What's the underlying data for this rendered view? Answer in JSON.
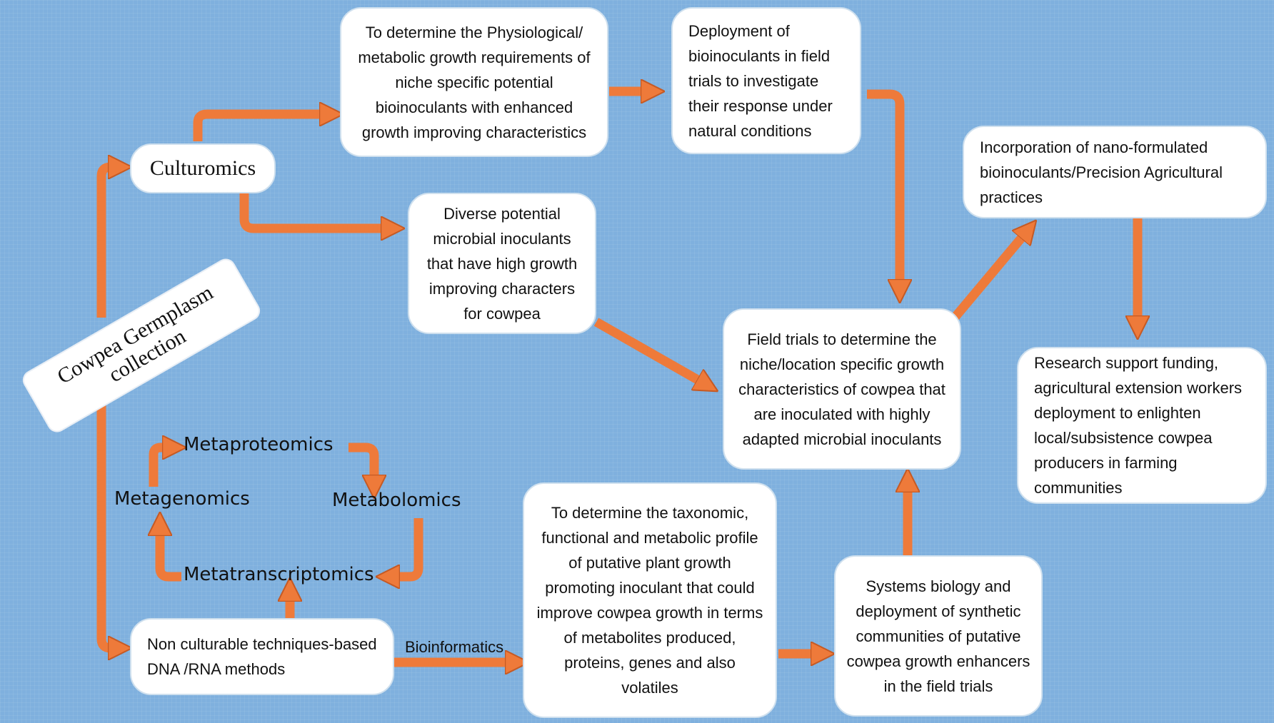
{
  "diagram": {
    "colors": {
      "background": "#7fb0de",
      "arrow": "#ee7a3a",
      "arrow_edge": "#c55a24",
      "box": "#ffffff"
    },
    "germplasm": "Cowpea Germplasm collection",
    "culturomics": "Culturomics",
    "physiological": "To determine the Physiological/ metabolic growth requirements of niche specific potential bioinoculants with enhanced growth improving characteristics",
    "deployment": "Deployment of bioinoculants in field trials to investigate their response under natural conditions",
    "diverse": "Diverse potential microbial inoculants that have high growth improving characters for cowpea",
    "field_trials": "Field trials to determine the niche/location specific growth characteristics of cowpea that are inoculated with highly adapted microbial inoculants",
    "nano": "Incorporation of nano-formulated bioinoculants/Precision Agricultural practices",
    "research": "Research support funding, agricultural extension workers deployment to enlighten local/subsistence cowpea producers in farming communities",
    "omics": {
      "metaproteomics": "Metaproteomics",
      "metagenomics": "Metagenomics",
      "metabolomics": "Metabolomics",
      "metatranscriptomics": "Metatranscriptomics"
    },
    "non_culturable": "Non culturable techniques-based DNA /RNA methods",
    "bioinformatics_label": "Bioinformatics",
    "taxonomic": "To determine the taxonomic, functional and metabolic profile of putative plant growth promoting inoculant that could improve cowpea growth in terms of metabolites produced, proteins, genes and also volatiles",
    "systems": "Systems biology and deployment of synthetic communities of putative cowpea growth enhancers in the field trials"
  }
}
